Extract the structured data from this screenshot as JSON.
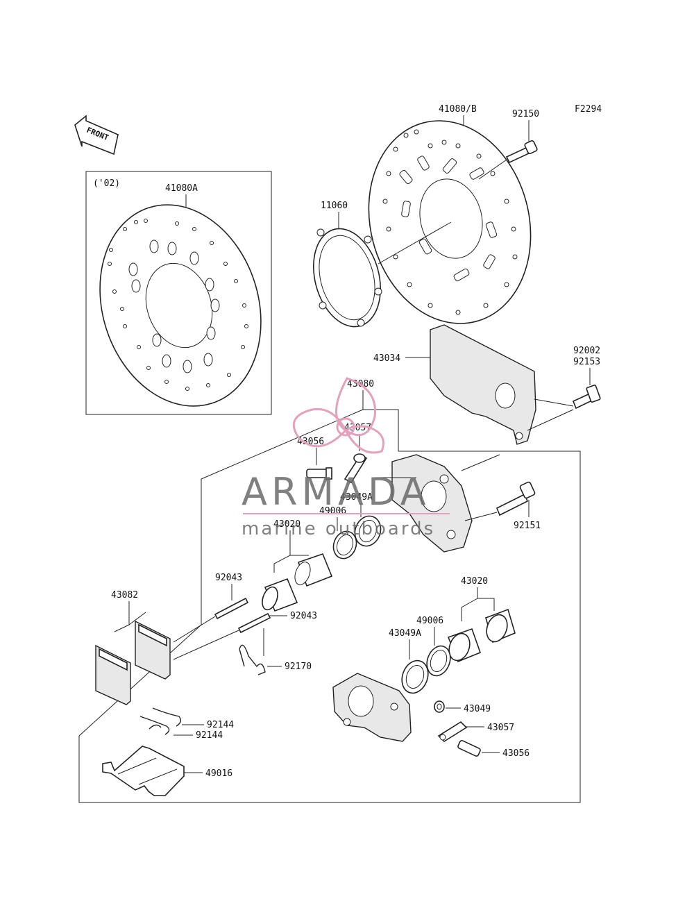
{
  "figure_code": "F2294",
  "front_label": "FRONT",
  "inset": {
    "year": "('02)",
    "part": "41080A"
  },
  "parts": {
    "disc": "41080/B",
    "bolt_top": "92150",
    "gasket": "11060",
    "bracket": "43034",
    "bolt_a": "92002",
    "bolt_b": "92153",
    "caliper_assy": "43080",
    "bleeder_cover": "43057",
    "bleeder_valve": "43056",
    "seal_upper": "43049A",
    "dust_seal_upper": "49006",
    "piston_upper": "43020",
    "bolt_mount": "92151",
    "pin_upper": "92043",
    "pin_lower": "92043",
    "pad_set": "43082",
    "spring_clip": "92170",
    "piston_lower": "43020",
    "dust_seal_lower": "49006",
    "seal_lower": "43049A",
    "washer": "43049",
    "bleeder_cover_lower": "43057",
    "bleeder_valve_lower": "43056",
    "spring_a": "92144",
    "spring_b": "92144",
    "pad_spring": "49016"
  },
  "watermark": {
    "name": "ARMADA",
    "tagline": "marine outboards",
    "color": "#e3a1bc"
  }
}
